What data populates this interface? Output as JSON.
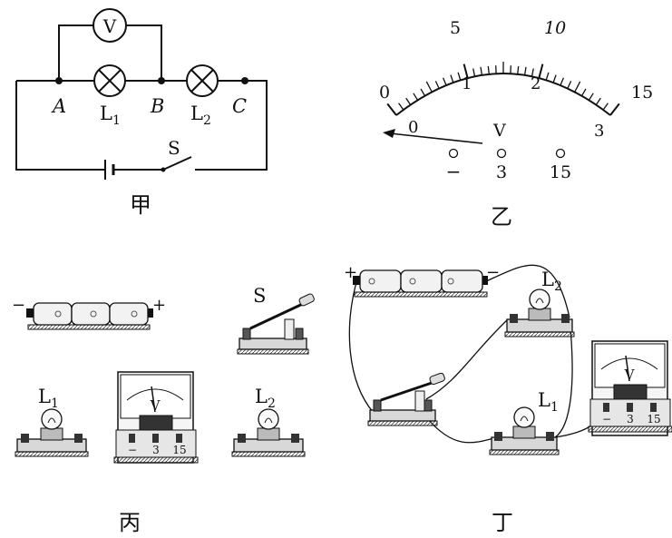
{
  "circuit": {
    "voltmeter_symbol": "V",
    "node_a": "A",
    "node_b": "B",
    "node_c": "C",
    "lamp1": "L",
    "lamp1_sub": "1",
    "lamp2": "L",
    "lamp2_sub": "2",
    "switch": "S"
  },
  "meter": {
    "outer_ticks": [
      "0",
      "5",
      "10",
      "15"
    ],
    "inner_ticks": [
      "0",
      "1",
      "2",
      "3"
    ],
    "unit": "V",
    "terminals": [
      "−",
      "3",
      "15"
    ]
  },
  "kit": {
    "battery_minus": "−",
    "battery_plus": "+",
    "switch_label": "S",
    "lamp1": "L",
    "lamp1_sub": "1",
    "lamp2": "L",
    "lamp2_sub": "2",
    "meter_unit": "V",
    "meter_terminals": [
      "−",
      "3",
      "15"
    ]
  },
  "wired": {
    "battery_plus": "+",
    "battery_minus": "−",
    "lamp1": "L",
    "lamp1_sub": "1",
    "lamp2": "L",
    "lamp2_sub": "2",
    "meter_unit": "V",
    "meter_terminals": [
      "−",
      "3",
      "15"
    ]
  },
  "captions": {
    "jia": "甲",
    "yi": "乙",
    "bing": "丙",
    "ding": "丁"
  }
}
